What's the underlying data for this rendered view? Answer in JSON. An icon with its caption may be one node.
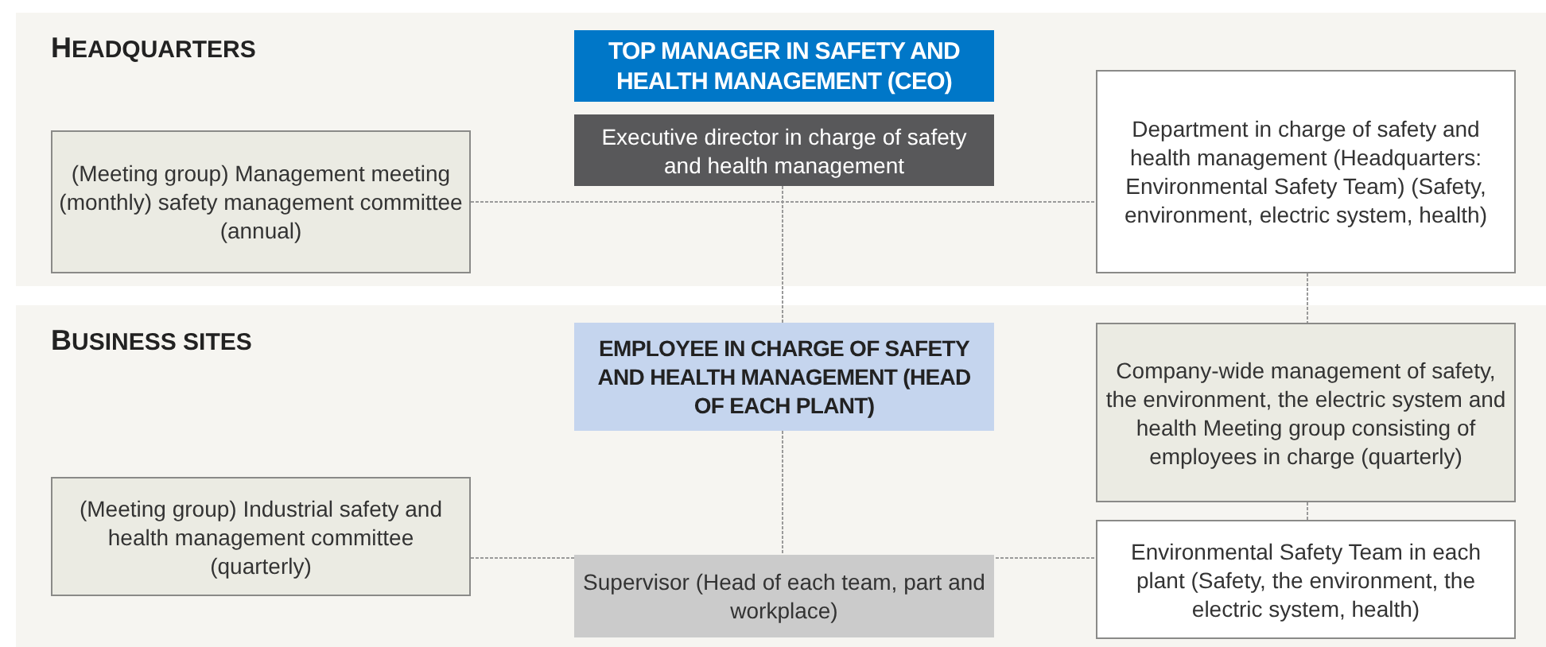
{
  "diagram": {
    "nodes": [
      {
        "text": [
          "HEADQUARTERS"
        ]
      },
      {
        "text": [
          "TOP MANAGER IN SAFETY AND HEALTH MANAGEMENT (CEO)"
        ],
        "in": 0
      },
      {
        "text": [
          "Executive director in charge of safety and health management"
        ],
        "in": 0
      },
      {
        "text": [
          "(Meeting group) Management meeting (monthly) safety management committee (annual)"
        ],
        "in": 0
      },
      {
        "text": [
          "Department in charge of safety and health management (Headquarters: Environmental Safety Team) (Safety, environment, electric system, health)"
        ],
        "in": 0
      },
      {
        "text": [
          "BUSINESS SITES"
        ]
      },
      {
        "text": [
          "EMPLOYEE IN CHARGE OF SAFETY AND HEALTH MANAGEMENT (HEAD OF EACH PLANT)"
        ],
        "in": 5
      },
      {
        "text": [
          "Company-wide management of safety, the environment, the electric system and health Meeting group consisting of employees in charge (quarterly)"
        ],
        "in": 5
      },
      {
        "text": [
          "(Meeting group) Industrial safety and health management committee (quarterly)"
        ],
        "in": 5
      },
      {
        "text": [
          "Environmental Safety Team in each plant (Safety, the environment, the electric system, health)"
        ],
        "in": 5
      },
      {
        "text": [
          "Supervisor (Head of each team, part and workplace)"
        ],
        "in": 5
      }
    ],
    "edges": [
      {
        "from": 3,
        "to": 4,
        "arrow": "none",
        "style": "dashed"
      },
      {
        "from": 2,
        "to": 6,
        "arrow": "none",
        "style": "dashed"
      },
      {
        "from": 4,
        "to": 7,
        "arrow": "none",
        "style": "dashed"
      },
      {
        "from": 6,
        "to": 10,
        "arrow": "none",
        "style": "dashed"
      },
      {
        "from": 7,
        "to": 9,
        "arrow": "none",
        "style": "dashed"
      },
      {
        "from": 8,
        "to": 9,
        "arrow": "none",
        "style": "dashed"
      }
    ]
  }
}
